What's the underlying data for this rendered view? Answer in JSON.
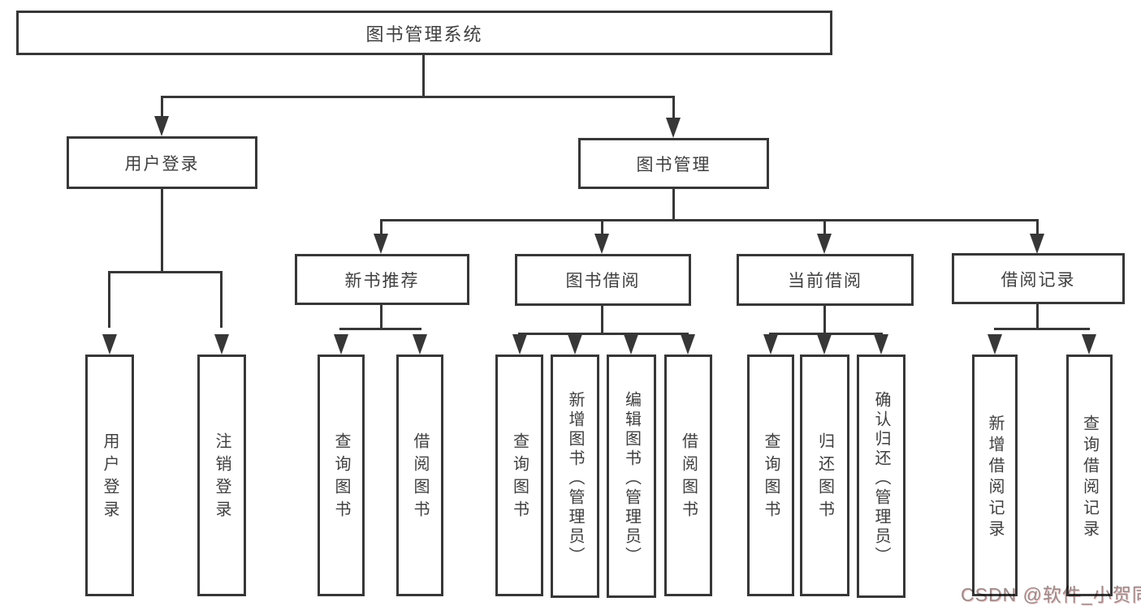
{
  "diagram_type": "hierarchy-tree",
  "colors": {
    "line": "#373737",
    "text": "#3f3f3f",
    "background": "#ffffff",
    "watermark": "#988c8c"
  },
  "nodes": {
    "root": {
      "label": "图书管理系统"
    },
    "user_login": {
      "label": "用户登录"
    },
    "book_mgmt": {
      "label": "图书管理"
    },
    "new_book_rec": {
      "label": "新书推荐"
    },
    "book_borrow": {
      "label": "图书借阅"
    },
    "current_borrow": {
      "label": "当前借阅"
    },
    "borrow_records": {
      "label": "借阅记录"
    },
    "leaf_user_login": {
      "label": "用户登录"
    },
    "leaf_logout": {
      "label": "注销登录"
    },
    "leaf_query_book_rec": {
      "label": "查询图书"
    },
    "leaf_borrow_book_rec": {
      "label": "借阅图书"
    },
    "leaf_query_book_borrow": {
      "label": "查询图书"
    },
    "leaf_add_book": {
      "label": "新增图书（管理员）"
    },
    "leaf_edit_book": {
      "label": "编辑图书（管理员）"
    },
    "leaf_borrow_book_borrow": {
      "label": "借阅图书"
    },
    "leaf_query_book_current": {
      "label": "查询图书"
    },
    "leaf_return_book": {
      "label": "归还图书"
    },
    "leaf_confirm_return": {
      "label": "确认归还（管理员）"
    },
    "leaf_add_record": {
      "label": "新增借阅记录"
    },
    "leaf_query_record": {
      "label": "查询借阅记录"
    }
  },
  "edges": [
    {
      "from": "图书管理系统",
      "to": "用户登录"
    },
    {
      "from": "图书管理系统",
      "to": "图书管理"
    },
    {
      "from": "用户登录",
      "to": "用户登录"
    },
    {
      "from": "用户登录",
      "to": "注销登录"
    },
    {
      "from": "图书管理",
      "to": "新书推荐"
    },
    {
      "from": "图书管理",
      "to": "图书借阅"
    },
    {
      "from": "图书管理",
      "to": "当前借阅"
    },
    {
      "from": "图书管理",
      "to": "借阅记录"
    },
    {
      "from": "新书推荐",
      "to": "查询图书"
    },
    {
      "from": "新书推荐",
      "to": "借阅图书"
    },
    {
      "from": "图书借阅",
      "to": "查询图书"
    },
    {
      "from": "图书借阅",
      "to": "新增图书（管理员）"
    },
    {
      "from": "图书借阅",
      "to": "编辑图书（管理员）"
    },
    {
      "from": "图书借阅",
      "to": "借阅图书"
    },
    {
      "from": "当前借阅",
      "to": "查询图书"
    },
    {
      "from": "当前借阅",
      "to": "归还图书"
    },
    {
      "from": "当前借阅",
      "to": "确认归还（管理员）"
    },
    {
      "from": "借阅记录",
      "to": "新增借阅记录"
    },
    {
      "from": "借阅记录",
      "to": "查询借阅记录"
    }
  ],
  "watermark": {
    "text": "CSDN @软件_小贺同学"
  }
}
